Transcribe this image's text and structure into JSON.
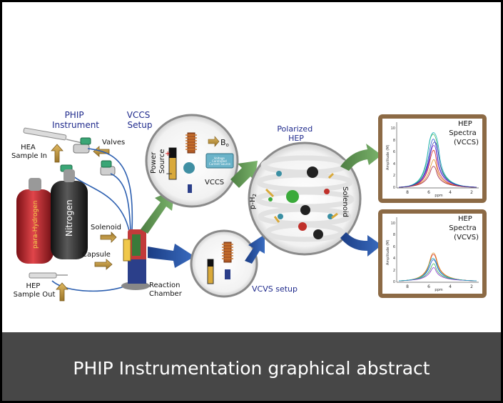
{
  "caption": "PHIP Instrumentation graphical abstract",
  "labels": {
    "phip_instrument": [
      "PHIP",
      "Instrument"
    ],
    "vccs_setup": [
      "VCCS",
      "Setup"
    ],
    "valves": "Valves",
    "hea_sample_in": [
      "HEA",
      "Sample In"
    ],
    "para_hydrogen": "para-Hydrogen",
    "nitrogen": "Nitrogen",
    "solenoid_left": "Solenoid",
    "capsule": "Capsule",
    "hep_sample_out": [
      "HEP",
      "Sample Out"
    ],
    "reaction_chamber": [
      "Reaction",
      "Chamber"
    ],
    "power_source": [
      "Power",
      "Source"
    ],
    "vccs": "VCCS",
    "b0": "B",
    "b0_sub": "o",
    "vccs_control": [
      "Voltage",
      "Controlled",
      "Current Source"
    ],
    "vcvs_setup": "VCVS setup",
    "polarized_hep": [
      "Polarized",
      "HEP"
    ],
    "p_h2": "p-H",
    "p_h2_sub": "2",
    "solenoid_right": "Solenoid",
    "hep_spectra_vccs": [
      "HEP",
      "Spectra",
      "(VCCS)"
    ],
    "hep_spectra_vcvs": [
      "HEP",
      "Spectra",
      "(VCVS)"
    ]
  },
  "spectra": {
    "y_label": "Amplitude (M)",
    "y_ticks": [
      "10",
      "8",
      "6",
      "4",
      "2",
      "0"
    ],
    "x_ticks": [
      "8",
      "6",
      "ppm",
      "4",
      "2"
    ]
  },
  "colors": {
    "text_blue": "#1f2a8c",
    "green_arrow": "#5f9150",
    "blue_arrow": "#234a96",
    "brown_frame": "#8c6a45",
    "caption_bar": "#474747",
    "cylinder_red": "#c4242b",
    "cylinder_dark": "#2e2e2e"
  }
}
